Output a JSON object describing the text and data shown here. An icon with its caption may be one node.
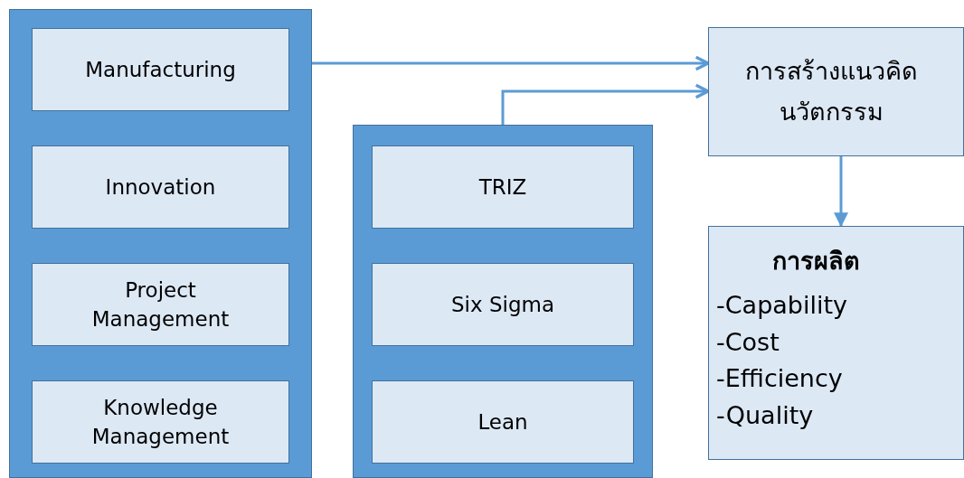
{
  "diagram": {
    "nodes": [
      {
        "text": [],
        "shape": "box"
      },
      {
        "text": [
          "Manufacturing"
        ],
        "in": 0
      },
      {
        "text": [
          "Innovation"
        ],
        "in": 0
      },
      {
        "text": [
          "Project Management"
        ],
        "in": 0
      },
      {
        "text": [
          "Knowledge Management"
        ],
        "in": 0
      },
      {
        "text": [],
        "shape": "box"
      },
      {
        "text": [
          "TRIZ"
        ],
        "in": 5
      },
      {
        "text": [
          "Six Sigma"
        ],
        "in": 5
      },
      {
        "text": [
          "Lean"
        ],
        "in": 5
      },
      {
        "text": [
          "การสร้างแนวคิดนวัตกรรม"
        ]
      },
      {
        "text": [
          "การผลิต",
          "-Capability",
          "-Cost",
          "-Efficiency",
          "-Quality"
        ]
      }
    ],
    "edges": [
      {
        "from": 0,
        "to": 9,
        "arrow": "to"
      },
      {
        "from": 5,
        "to": 9,
        "arrow": "to"
      },
      {
        "from": 9,
        "to": 10,
        "arrow": "to"
      }
    ]
  }
}
